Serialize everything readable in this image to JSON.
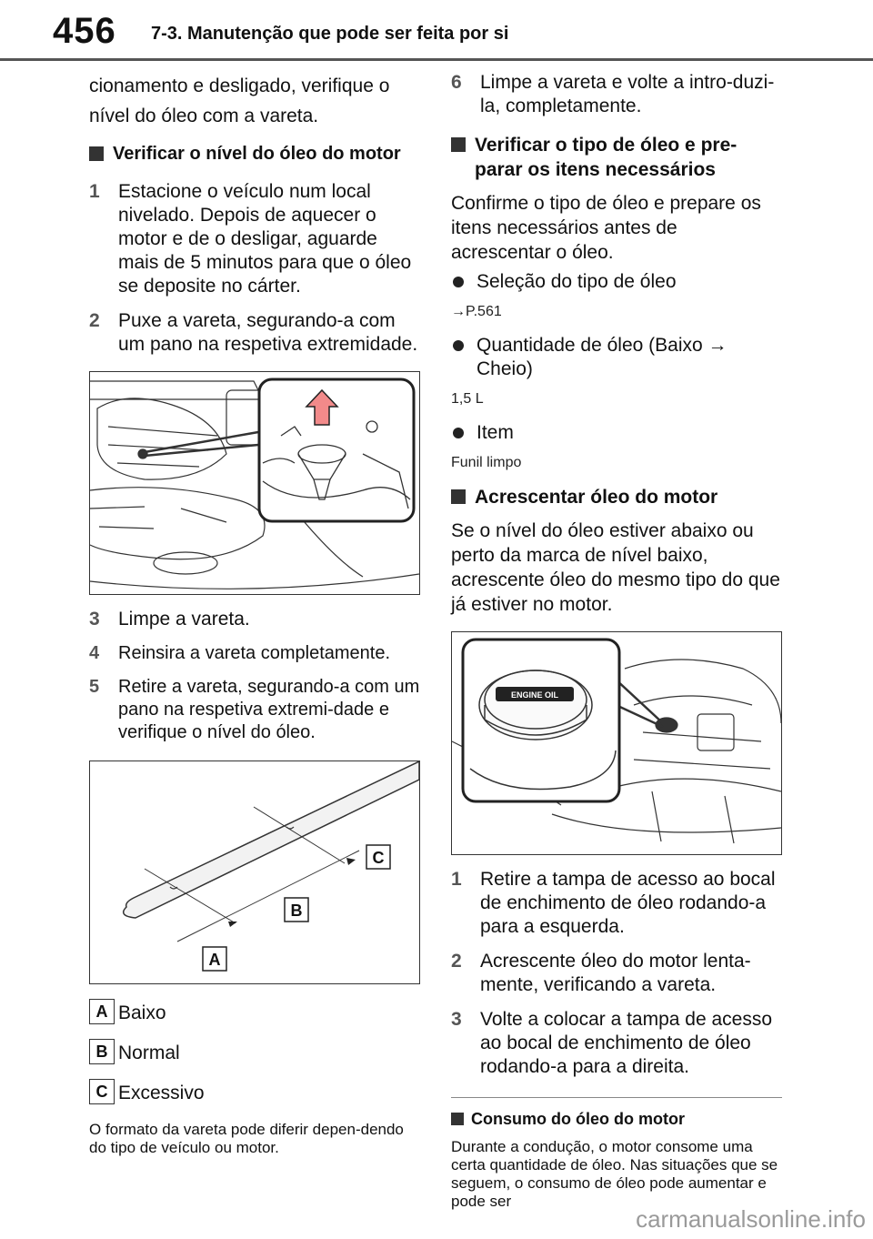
{
  "header": {
    "page_number": "456",
    "section": "7-3. Manutenção que pode ser feita por si"
  },
  "left": {
    "intro": "cionamento e desligado, verifique o nível do óleo com a vareta.",
    "heading_check": "Verificar o nível do óleo do motor",
    "steps_a": [
      {
        "n": "1",
        "text": "Estacione o veículo num local nivelado. Depois de aquecer o motor e de o desligar, aguarde mais de 5 minutos para que o óleo se deposite no cárter."
      },
      {
        "n": "2",
        "text": "Puxe a vareta, segurando-a com um pano na respetiva extremidade."
      }
    ],
    "steps_b": [
      {
        "n": "3",
        "text": "Limpe a vareta."
      },
      {
        "n": "4",
        "text": "Reinsira a vareta completamente."
      },
      {
        "n": "5",
        "text": "Retire a vareta, segurando-a com um pano na respetiva extremi-dade e verifique o nível do óleo."
      }
    ],
    "dipstick_callouts": {
      "a": "A",
      "b": "B",
      "c": "C"
    },
    "legend": [
      {
        "key": "A",
        "label": "Baixo"
      },
      {
        "key": "B",
        "label": "Normal"
      },
      {
        "key": "C",
        "label": "Excessivo"
      }
    ],
    "note": "O formato da vareta pode diferir depen-dendo do tipo de veículo ou motor."
  },
  "right": {
    "step6": {
      "n": "6",
      "text": "Limpe a vareta e volte a intro-duzi-la, completamente."
    },
    "heading_type": "Verificar o tipo de óleo e pre-parar os itens necessários",
    "type_text": "Confirme o tipo de óleo e prepare os itens necessários antes de acrescentar o óleo.",
    "bullet1": "Seleção do tipo de óleo",
    "bullet1_sub": "→P.561",
    "bullet2": "Quantidade de óleo (Baixo → Cheio)",
    "bullet2_sub": "1,5 L",
    "bullet3": "Item",
    "bullet3_sub": "Funil limpo",
    "heading_add": "Acrescentar óleo do motor",
    "add_text": "Se o nível do óleo estiver abaixo ou perto da marca de nível baixo, acrescente óleo do mesmo tipo do que já estiver no motor.",
    "cap_label": "ENGINE OIL",
    "steps": [
      {
        "n": "1",
        "text": "Retire a tampa de acesso ao bocal de enchimento de óleo rodando-a para a esquerda."
      },
      {
        "n": "2",
        "text": "Acrescente óleo do motor lenta-mente, verificando a vareta."
      },
      {
        "n": "3",
        "text": "Volte a colocar a tampa de acesso ao bocal de enchimento de óleo rodando-a para a direita."
      }
    ],
    "consumption_heading": "Consumo do óleo do motor",
    "consumption_text": "Durante a condução, o motor consome uma certa quantidade de óleo. Nas situações que se seguem, o consumo de óleo pode aumentar e pode ser"
  },
  "watermark": "carmanualsonline.info"
}
